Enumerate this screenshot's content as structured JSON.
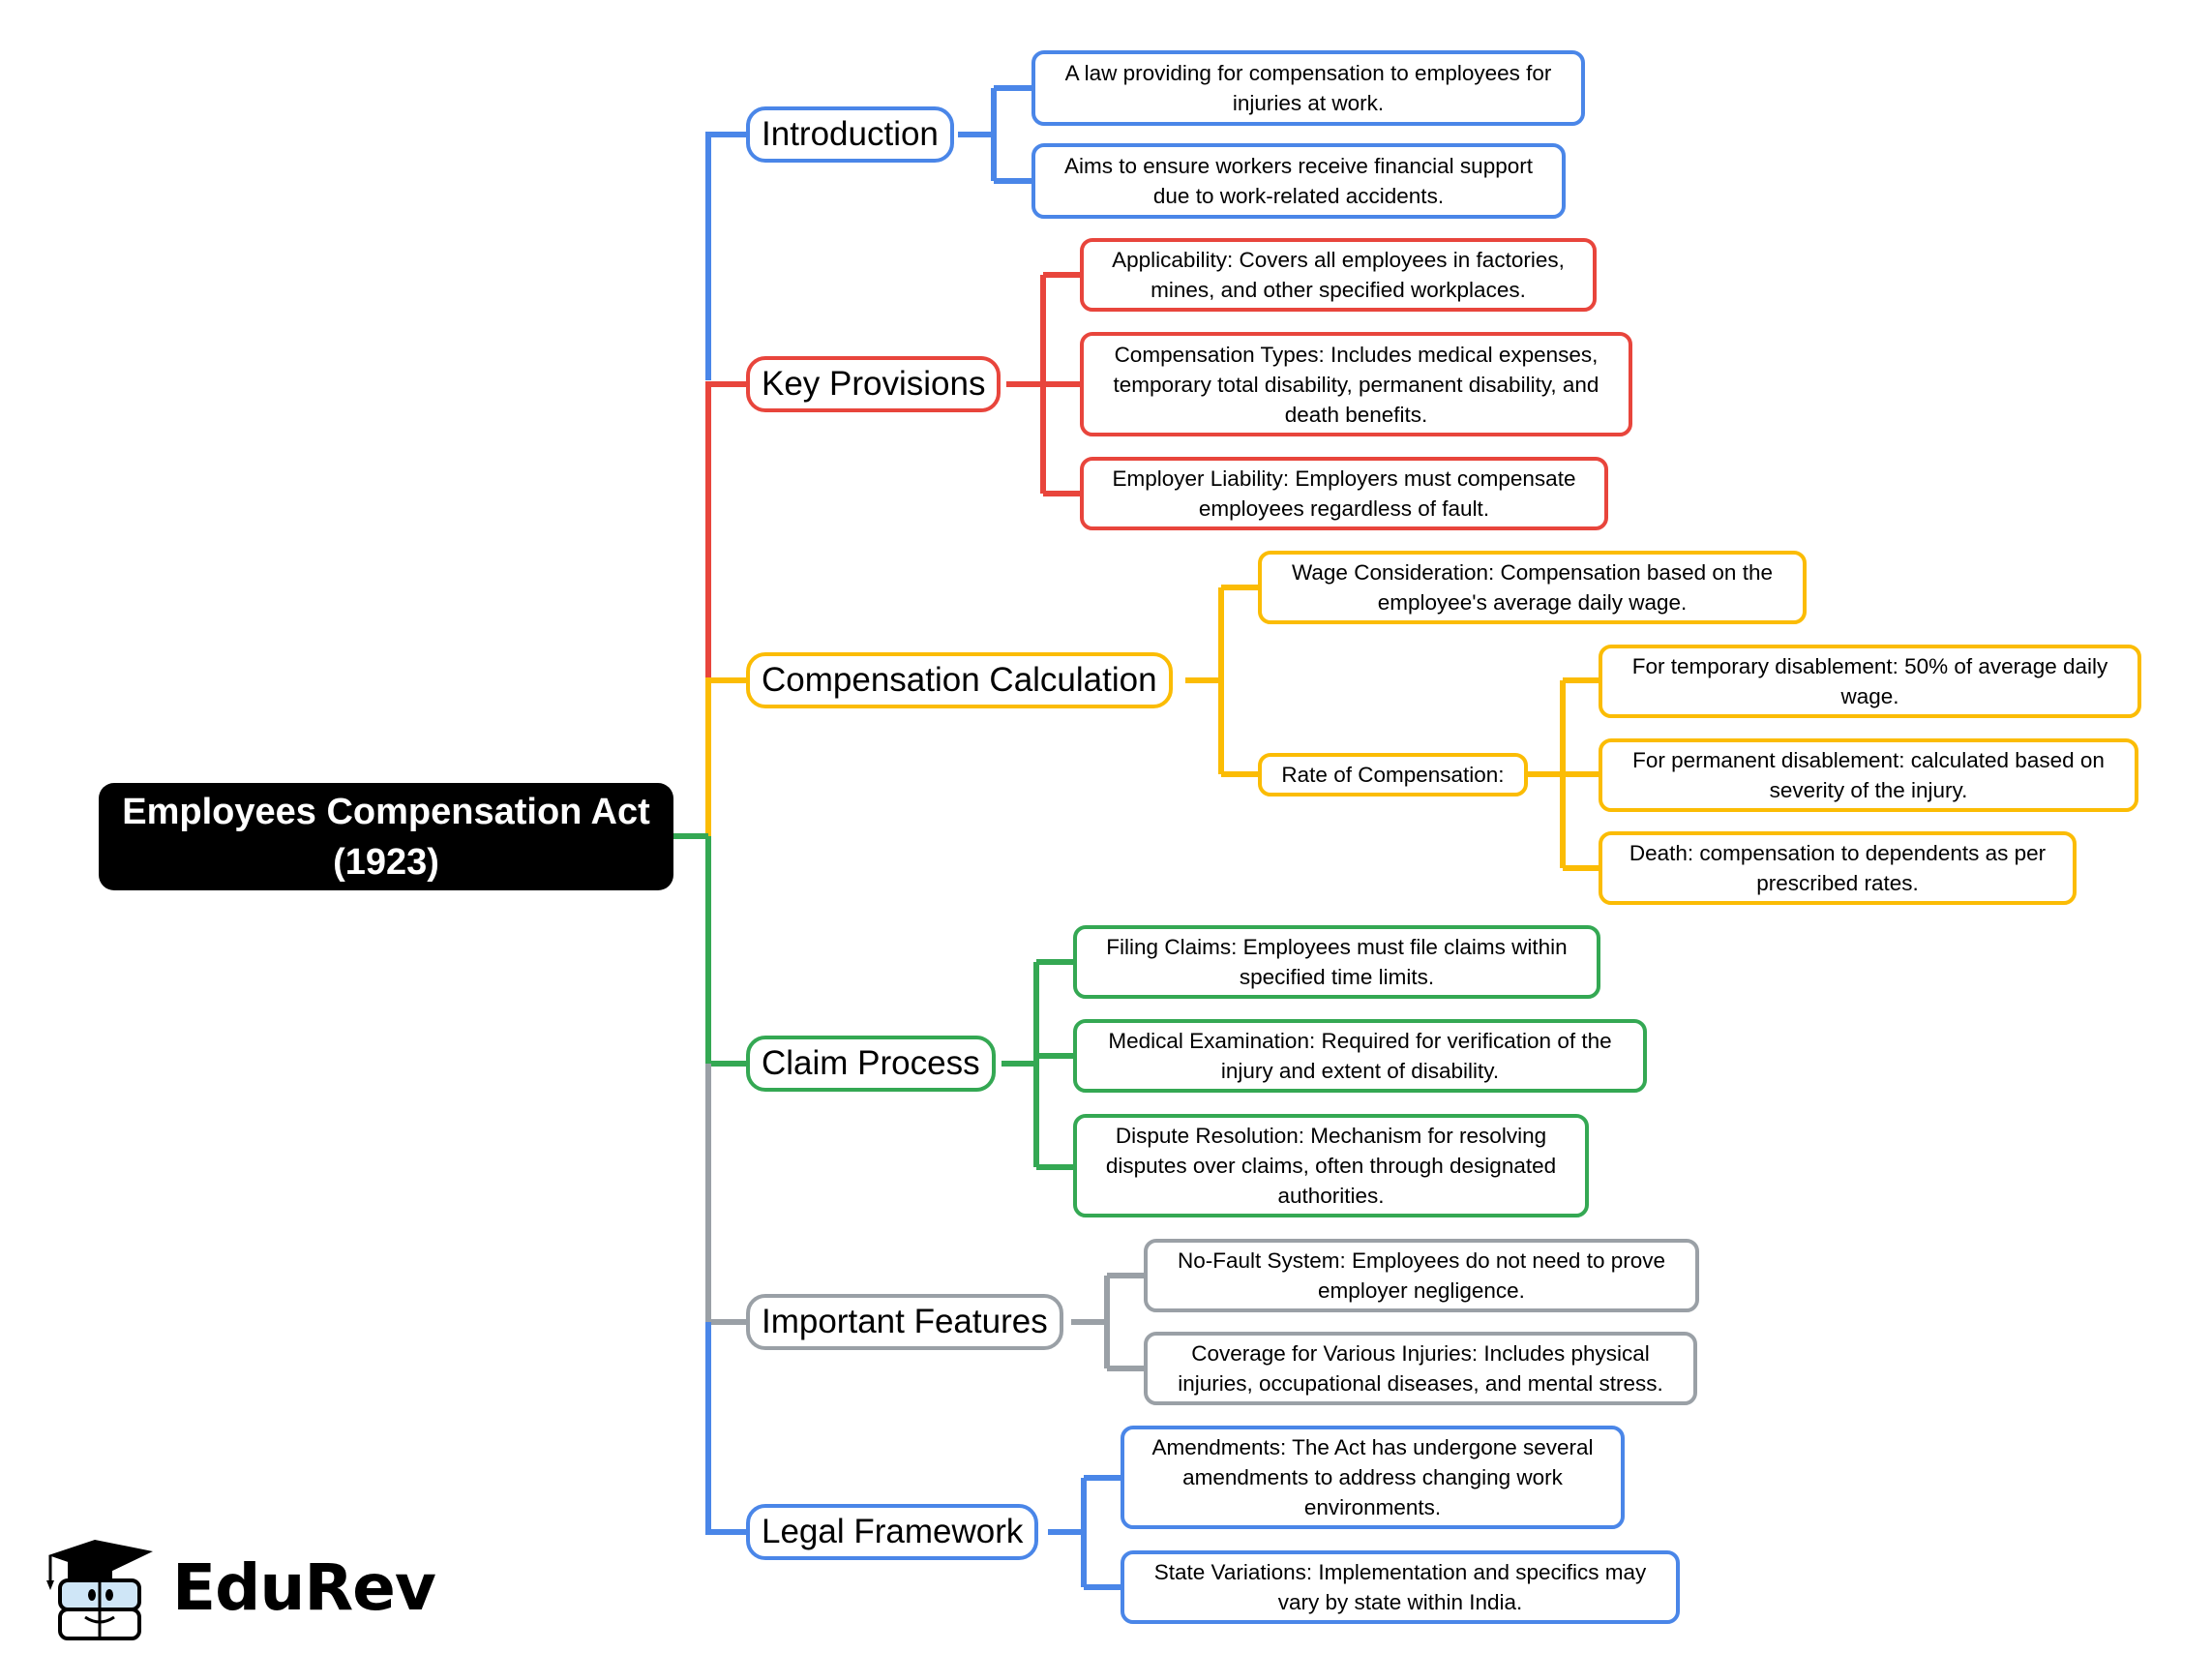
{
  "root": {
    "title_line1": "Employees Compensation Act",
    "title_line2": "(1923)"
  },
  "colors": {
    "blue": "#4a86e8",
    "red": "#e8453c",
    "yellow": "#fbbc04",
    "green": "#34a853",
    "gray": "#9aa0a6"
  },
  "branches": [
    {
      "label": "Introduction",
      "color": "blue",
      "children": [
        "A law providing for compensation to employees for injuries at work.",
        "Aims to ensure workers receive financial support due to work-related accidents."
      ]
    },
    {
      "label": "Key Provisions",
      "color": "red",
      "children": [
        "Applicability: Covers all employees in factories, mines, and other specified workplaces.",
        "Compensation Types: Includes medical expenses, temporary total disability, permanent disability, and death benefits.",
        "Employer Liability: Employers must compensate employees regardless of fault."
      ]
    },
    {
      "label": "Compensation Calculation",
      "color": "yellow",
      "children": [
        "Wage Consideration: Compensation based on the employee's average daily wage.",
        "Rate of Compensation:"
      ],
      "rate_children": [
        "For temporary disablement: 50% of average daily wage.",
        "For permanent disablement: calculated based on severity of the injury.",
        "Death: compensation to dependents as per prescribed rates."
      ]
    },
    {
      "label": "Claim Process",
      "color": "green",
      "children": [
        "Filing Claims: Employees must file claims within specified time limits.",
        "Medical Examination: Required for verification of the injury and extent of disability.",
        "Dispute Resolution: Mechanism for resolving disputes over claims, often through designated authorities."
      ]
    },
    {
      "label": "Important Features",
      "color": "gray",
      "children": [
        "No-Fault System: Employees do not need to prove employer negligence.",
        "Coverage for Various Injuries: Includes physical injuries, occupational diseases, and mental stress."
      ]
    },
    {
      "label": "Legal Framework",
      "color": "blue",
      "children": [
        "Amendments: The Act has undergone several amendments to address changing work environments.",
        "State Variations: Implementation and specifics may vary by state within India."
      ]
    }
  ],
  "logo": {
    "brand": "EduRev",
    "icon": "graduation-cap-mascot-icon"
  }
}
